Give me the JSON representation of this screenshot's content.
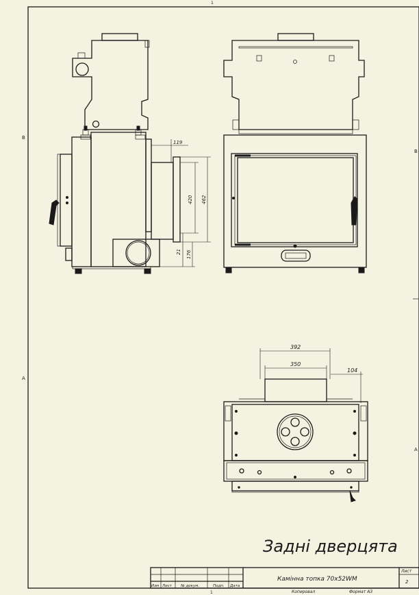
{
  "sheet": {
    "zone_top": "1",
    "zone_bottom": "1",
    "zone_left_upper": "B",
    "zone_left_lower": "A",
    "zone_right_upper": "B",
    "zone_right_lower": "A"
  },
  "dimensions": {
    "d119": "119",
    "d420": "420",
    "d462": "462",
    "d21": "21",
    "d176": "176",
    "d392": "392",
    "d350": "350",
    "d104": "104"
  },
  "view_caption": "Задні дверцята",
  "title_block": {
    "name": "Камінна топка 70х52WM",
    "sheet_label": "Лист",
    "sheet_number": "2",
    "col_izm": "Изм",
    "col_list": "Лист",
    "col_doc": "№ докум.",
    "col_sign": "Подп.",
    "col_date": "Дата",
    "copied": "Копировал",
    "format": "Формат А3"
  },
  "colors": {
    "paper": "#f4f3e1",
    "ink": "#1a1a1a"
  }
}
